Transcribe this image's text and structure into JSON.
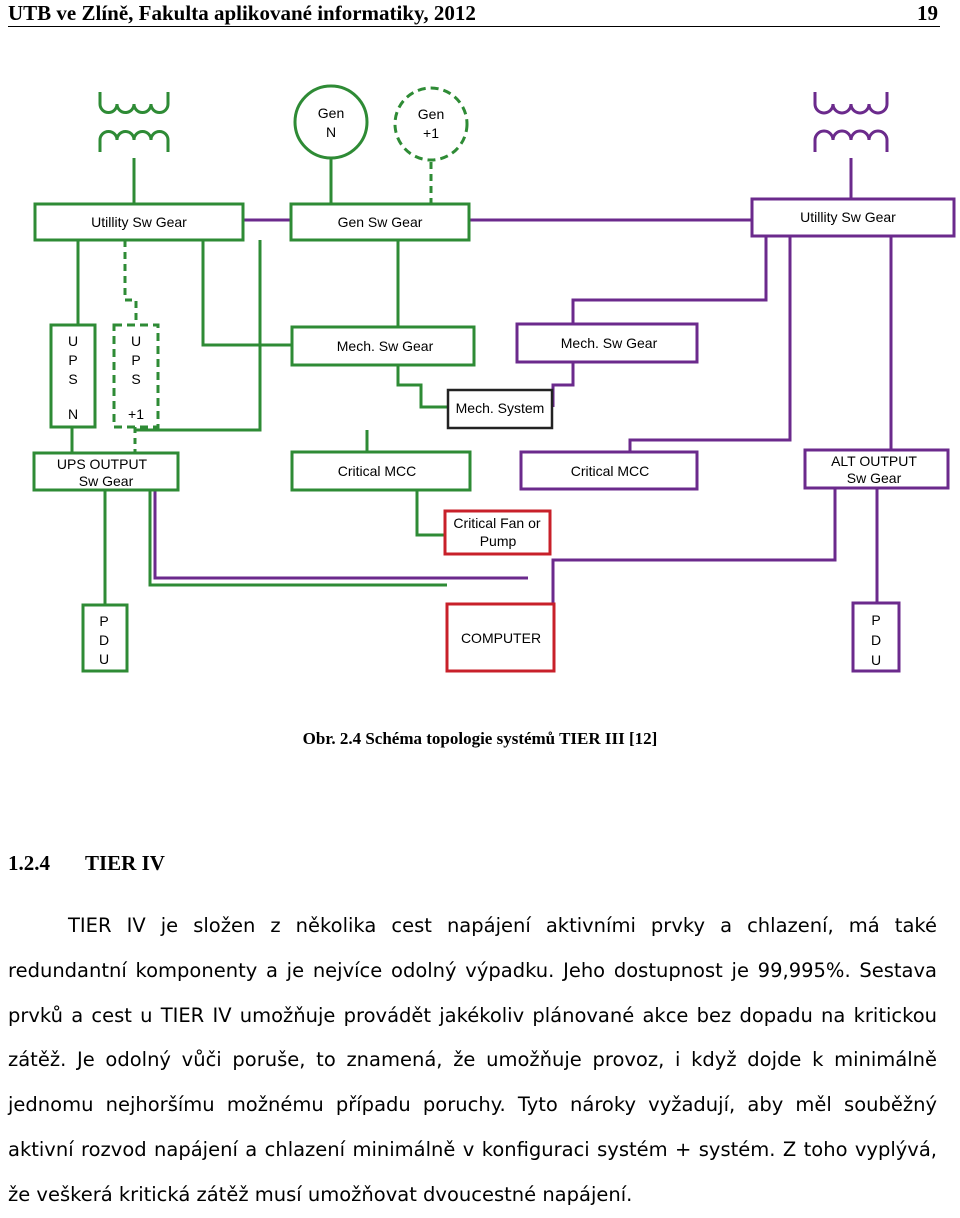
{
  "header": {
    "title": "UTB ve Zlíně, Fakulta aplikované informatiky, 2012",
    "page_number": "19"
  },
  "figure": {
    "caption": "Obr. 2.4 Schéma topologie systémů TIER III [12]",
    "generator_n": {
      "line1": "Gen",
      "line2": "N"
    },
    "generator_n1": {
      "line1": "Gen",
      "line2": "+1"
    },
    "utility_sw_gear_left": "Utillity Sw Gear",
    "gen_sw_gear": "Gen Sw Gear",
    "utility_sw_gear_right": "Utillity Sw Gear",
    "ups_n": {
      "letters": [
        "U",
        "P",
        "S"
      ],
      "suffix": "N"
    },
    "ups_n1": {
      "letters": [
        "U",
        "P",
        "S"
      ],
      "suffix": "+1"
    },
    "mech_sw_gear_green": "Mech. Sw Gear",
    "mech_sw_gear_purple": "Mech. Sw Gear",
    "mech_system": "Mech. System",
    "ups_output": {
      "line1": "UPS OUTPUT",
      "line2": "Sw Gear"
    },
    "critical_mcc_green": "Critical MCC",
    "critical_mcc_purple": "Critical MCC",
    "alt_output": {
      "line1": "ALT OUTPUT",
      "line2": "Sw Gear"
    },
    "critical_fan": {
      "line1": "Critical Fan or",
      "line2": "Pump"
    },
    "pdu_left": [
      "P",
      "D",
      "U"
    ],
    "computer": "COMPUTER",
    "pdu_right": [
      "P",
      "D",
      "U"
    ],
    "colors": {
      "green": "#2e8b35",
      "purple": "#6b2a8c",
      "red": "#c8202a",
      "black": "#222222"
    }
  },
  "section": {
    "number": "1.2.4",
    "title": "TIER IV"
  },
  "paragraph": "TIER IV je složen z několika cest napájení aktivními prvky a chlazení, má také redundantní komponenty a je nejvíce odolný výpadku. Jeho dostupnost je 99,995%. Sestava prvků a cest u TIER IV umožňuje provádět jakékoliv plánované akce bez dopadu na kritickou zátěž. Je odolný vůči poruše, to znamená, že umožňuje provoz, i když dojde k minimálně jednomu nejhoršímu možnému případu poruchy. Tyto nároky vyžadují, aby měl souběžný aktivní rozvod napájení a chlazení minimálně v konfiguraci systém + systém. Z toho vyplývá, že veškerá kritická zátěž musí umožňovat dvoucestné napájení."
}
